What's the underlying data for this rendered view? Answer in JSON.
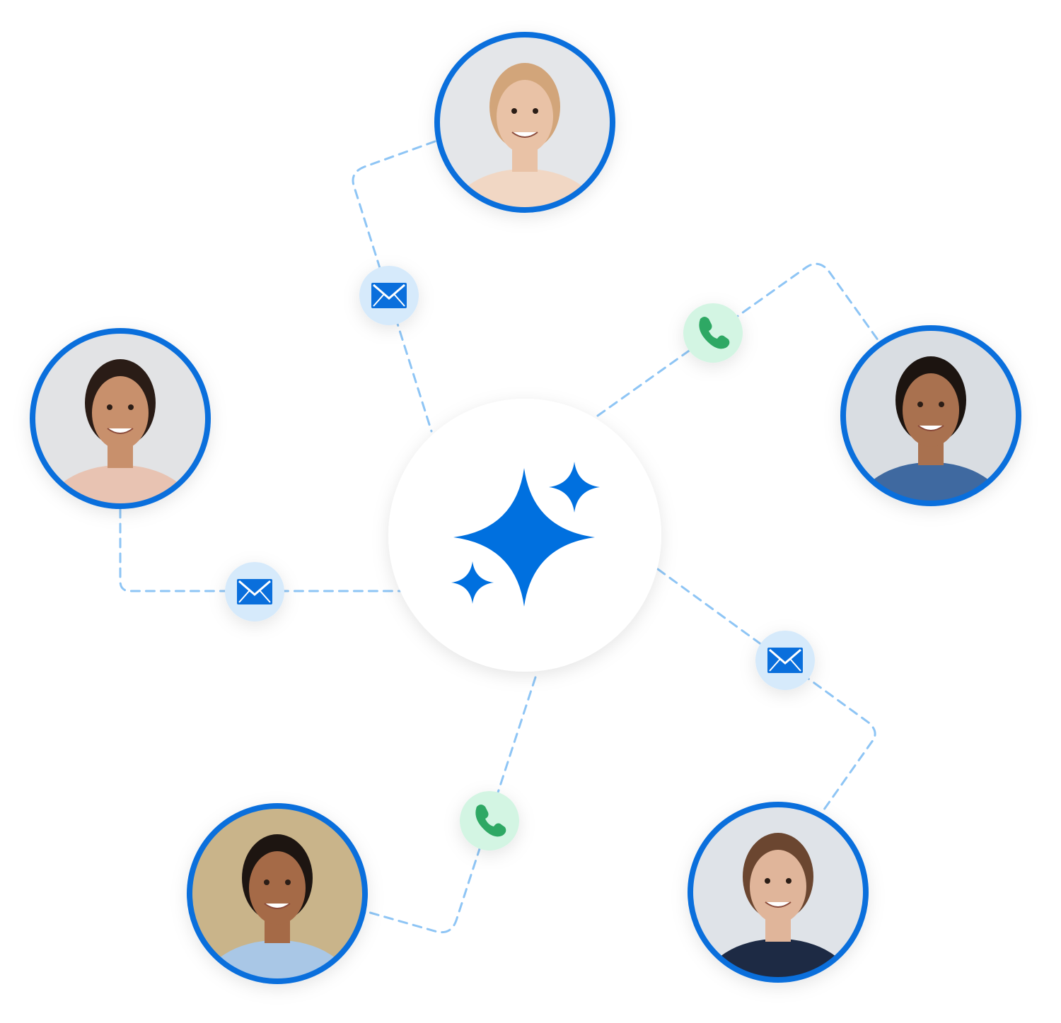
{
  "colors": {
    "accent": "#0A6FDC",
    "sparkle": "#0070DF",
    "connector": "#8EC5F5",
    "mail_badge_bg": "#D6EAFB",
    "mail_icon": "#0A6FDC",
    "phone_badge_bg": "#D3F5E3",
    "phone_icon": "#2EA864"
  },
  "hub": {
    "icon": "sparkles-icon"
  },
  "contacts": [
    {
      "id": "top",
      "skin": "#e9c2a6",
      "hair": "#d2a57a",
      "shirt": "#f1d7c4",
      "bg": "#e4e6e9"
    },
    {
      "id": "left",
      "skin": "#c8906c",
      "hair": "#2a1c16",
      "shirt": "#e8c3b2",
      "bg": "#e2e3e5"
    },
    {
      "id": "right",
      "skin": "#a9714f",
      "hair": "#1c1410",
      "shirt": "#3f69a0",
      "bg": "#d9dde2"
    },
    {
      "id": "bottom-left",
      "skin": "#a56a47",
      "hair": "#1d1511",
      "shirt": "#a9c7e6",
      "bg": "#c9b48a"
    },
    {
      "id": "bottom-right",
      "skin": "#e0b59a",
      "hair": "#6b4630",
      "shirt": "#1d2a44",
      "bg": "#dfe3e8"
    }
  ],
  "badges": [
    {
      "type": "mail",
      "icon": "mail-icon"
    },
    {
      "type": "phone",
      "icon": "phone-icon"
    },
    {
      "type": "mail",
      "icon": "mail-icon"
    },
    {
      "type": "mail",
      "icon": "mail-icon"
    },
    {
      "type": "phone",
      "icon": "phone-icon"
    }
  ]
}
